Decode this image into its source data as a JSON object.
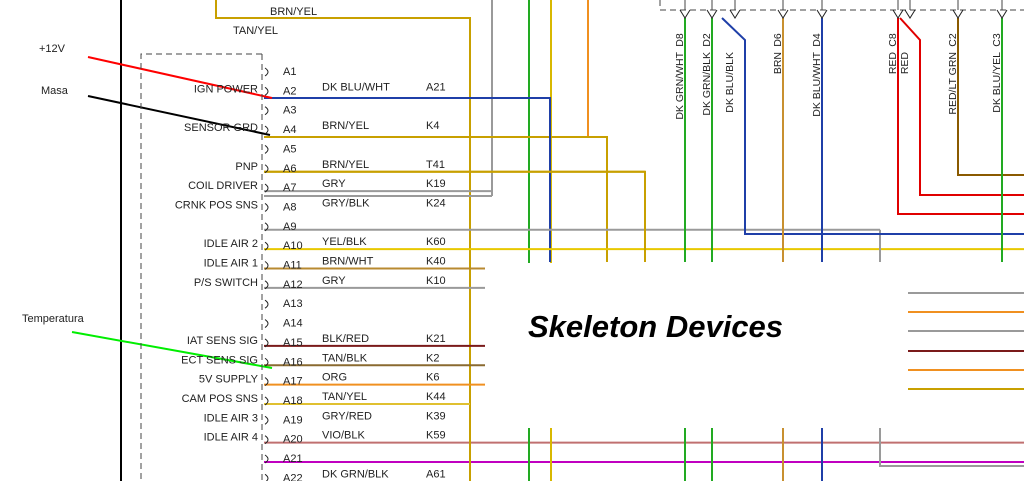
{
  "title": "Skeleton Devices",
  "annotations": [
    {
      "text": "+12V",
      "color": "#ff0000"
    },
    {
      "text": "Masa",
      "color": "#000000"
    },
    {
      "text": "Temperatura",
      "color": "#00dd00"
    }
  ],
  "top_wires": [
    {
      "label": "BRN/YEL"
    },
    {
      "label": "TAN/YEL"
    }
  ],
  "functions": [
    {
      "label": "IGN POWER",
      "pin": 1
    },
    {
      "label": "SENSOR GRD",
      "pin": 3
    },
    {
      "label": "PNP",
      "pin": 5
    },
    {
      "label": "COIL DRIVER",
      "pin": 6
    },
    {
      "label": "CRNK POS SNS",
      "pin": 7
    },
    {
      "label": "IDLE AIR 2",
      "pin": 9
    },
    {
      "label": "IDLE AIR 1",
      "pin": 10
    },
    {
      "label": "P/S SWITCH",
      "pin": 11
    },
    {
      "label": "IAT SENS SIG",
      "pin": 14
    },
    {
      "label": "ECT SENS SIG",
      "pin": 15
    },
    {
      "label": "5V SUPPLY",
      "pin": 16
    },
    {
      "label": "CAM POS SNS",
      "pin": 17
    },
    {
      "label": "IDLE AIR 3",
      "pin": 18
    },
    {
      "label": "IDLE AIR 4",
      "pin": 19
    }
  ],
  "pins": [
    {
      "id": "A1"
    },
    {
      "id": "A2",
      "wire": "DK BLU/WHT",
      "code": "A21"
    },
    {
      "id": "A3"
    },
    {
      "id": "A4",
      "wire": "BRN/YEL",
      "code": "K4"
    },
    {
      "id": "A5"
    },
    {
      "id": "A6",
      "wire": "BRN/YEL",
      "code": "T41"
    },
    {
      "id": "A7",
      "wire": "GRY",
      "code": "K19"
    },
    {
      "id": "A8",
      "wire": "GRY/BLK",
      "code": "K24"
    },
    {
      "id": "A9"
    },
    {
      "id": "A10",
      "wire": "YEL/BLK",
      "code": "K60"
    },
    {
      "id": "A11",
      "wire": "BRN/WHT",
      "code": "K40"
    },
    {
      "id": "A12",
      "wire": "GRY",
      "code": "K10"
    },
    {
      "id": "A13"
    },
    {
      "id": "A14"
    },
    {
      "id": "A15",
      "wire": "BLK/RED",
      "code": "K21"
    },
    {
      "id": "A16",
      "wire": "TAN/BLK",
      "code": "K2"
    },
    {
      "id": "A17",
      "wire": "ORG",
      "code": "K6"
    },
    {
      "id": "A18",
      "wire": "TAN/YEL",
      "code": "K44"
    },
    {
      "id": "A19",
      "wire": "GRY/RED",
      "code": "K39"
    },
    {
      "id": "A20",
      "wire": "VIO/BLK",
      "code": "K59"
    },
    {
      "id": "A21"
    },
    {
      "id": "A22",
      "wire": "DK GRN/BLK",
      "code": "A61"
    }
  ],
  "top_connector": [
    {
      "pin": "D8",
      "wire": "DK GRN/WHT",
      "color": "#22aa22"
    },
    {
      "pin": "D2",
      "wire": "DK GRN/BLK",
      "color": "#22aa22"
    },
    {
      "pin": "",
      "wire": "DK BLU/BLK",
      "color": "#1f3fa8"
    },
    {
      "pin": "D6",
      "wire": "BRN",
      "color": "#c89030"
    },
    {
      "pin": "D4",
      "wire": "DK BLU/WHT",
      "color": "#1f3fa8"
    },
    {
      "pin": "C8",
      "wire": "RED",
      "color": "#e00000"
    },
    {
      "pin": "",
      "wire": "RED",
      "color": "#e00000"
    },
    {
      "pin": "C2",
      "wire": "RED/LT GRN",
      "color": "#8a5a00"
    },
    {
      "pin": "C3",
      "wire": "DK BLU/YEL",
      "color": "#22aa22"
    }
  ],
  "colors": {
    "dk_blu": "#1f3fa8",
    "brn_yel": "#c8a000",
    "gry": "#9a9a9a",
    "yel": "#e8c800",
    "brn_wht": "#b88a30",
    "blk_red": "#7a1a1a",
    "tan_blk": "#8a6a30",
    "org": "#f09020",
    "tan_yel": "#e0c030",
    "gry_red": "#c07070",
    "vio_blk": "#c000c0",
    "dk_grn": "#22aa22",
    "red": "#e00000"
  }
}
